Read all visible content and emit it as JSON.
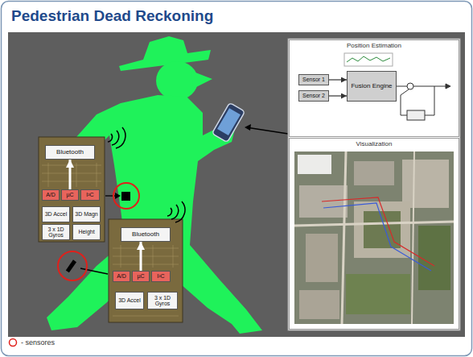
{
  "diagram": {
    "title": "Pedestrian Dead Reckoning",
    "nodes": [
      {
        "text": [
          "Position Estimation"
        ]
      },
      {
        "text": [
          "Sensor 1"
        ],
        "in": 0
      },
      {
        "text": [
          "Sensor 2"
        ],
        "in": 0
      },
      {
        "text": [
          "Fusion Engine"
        ],
        "in": 0
      },
      {
        "text": [
          "Visualization"
        ]
      },
      {
        "text": [
          "Bluetooth"
        ]
      },
      {
        "text": [
          "A/D"
        ]
      },
      {
        "text": [
          "µC"
        ]
      },
      {
        "text": [
          "I²C"
        ]
      },
      {
        "text": [
          "3D Accel"
        ]
      },
      {
        "text": [
          "3D Magn"
        ]
      },
      {
        "text": [
          "3 x 1D Gyros"
        ]
      },
      {
        "text": [
          "Height"
        ]
      },
      {
        "text": [
          "Bluetooth"
        ]
      },
      {
        "text": [
          "A/D"
        ]
      },
      {
        "text": [
          "µC"
        ]
      },
      {
        "text": [
          "I²C"
        ]
      },
      {
        "text": [
          "3D Accel"
        ]
      },
      {
        "text": [
          "3 x 1D Gyros"
        ]
      }
    ],
    "edges": [
      {
        "from": 1,
        "to": 3,
        "arrow": "to"
      },
      {
        "from": 2,
        "to": 3,
        "arrow": "to"
      },
      {
        "from": 7,
        "to": 5,
        "arrow": "to"
      },
      {
        "from": 15,
        "to": 13,
        "arrow": "to"
      }
    ],
    "legend": [
      {
        "text": "- sensores"
      }
    ]
  }
}
